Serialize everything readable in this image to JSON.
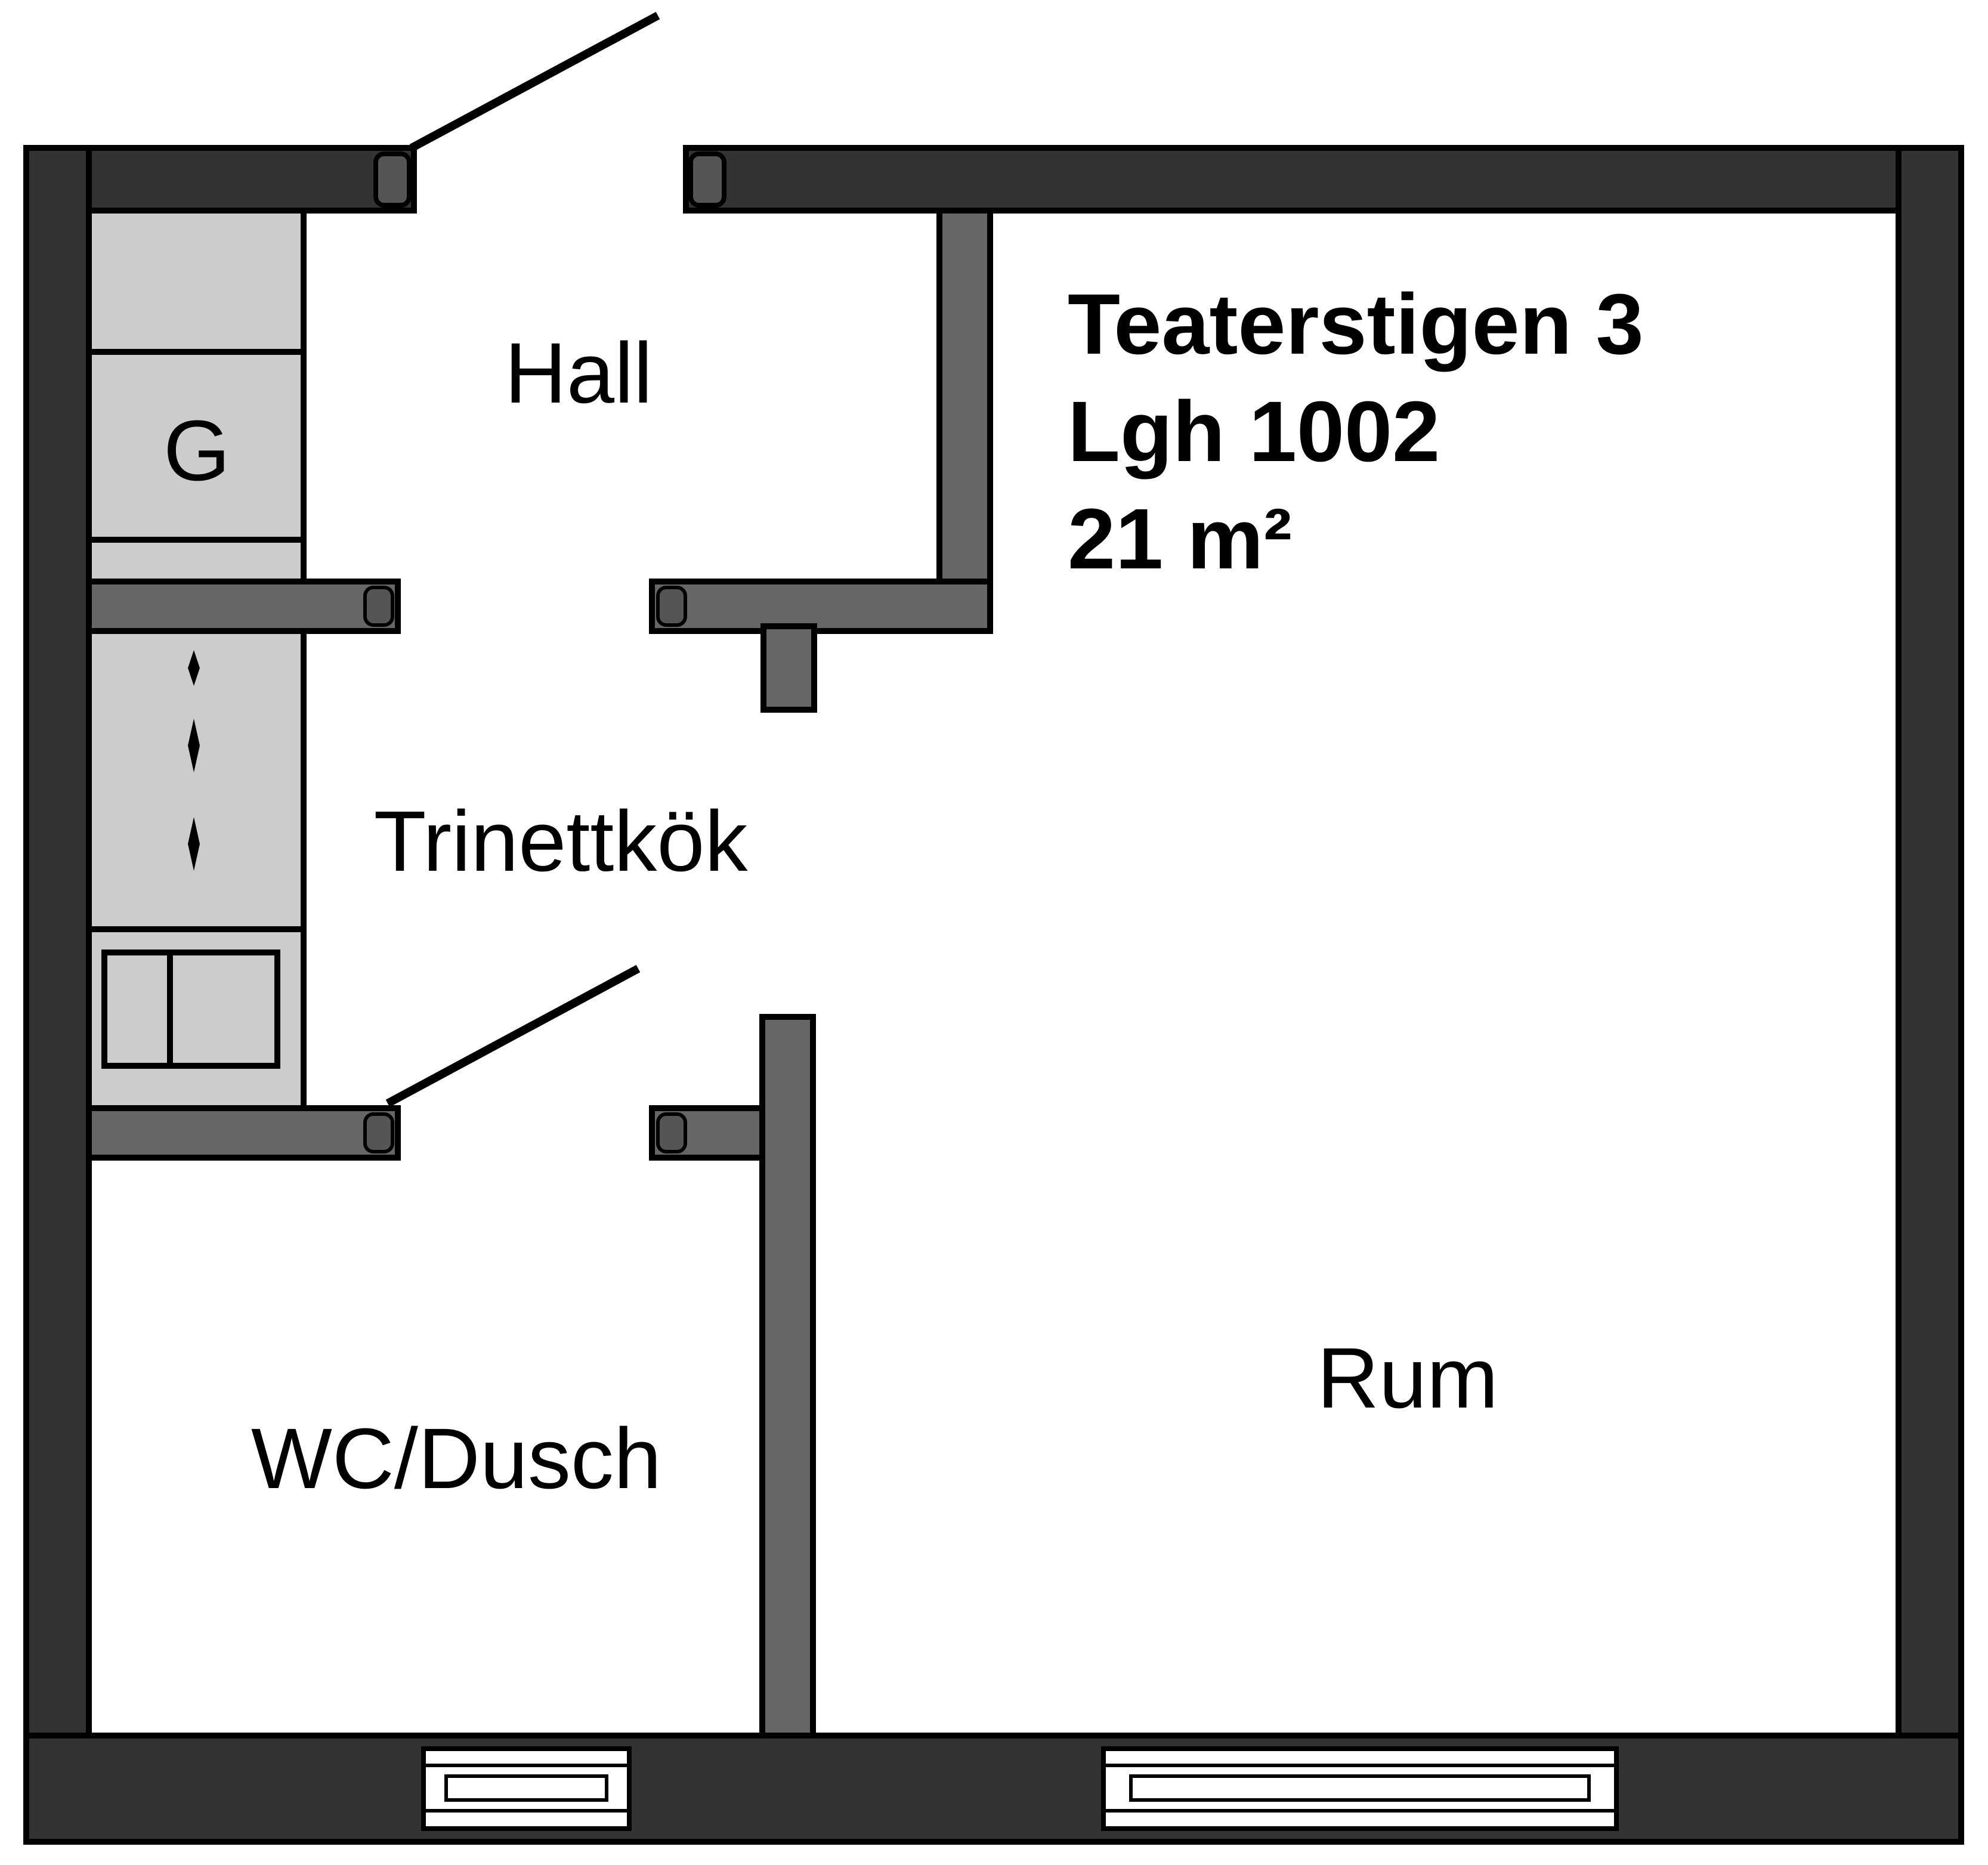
{
  "floorplan": {
    "address": "Teaterstigen 3",
    "apartment": "Lgh 1002",
    "area": "21 m²",
    "rooms": {
      "hall": "Hall",
      "kitchen": "Trinettkök",
      "bathroom": "WC/Dusch",
      "main_room": "Rum",
      "wardrobe": "G"
    }
  },
  "colors": {
    "outer_wall": "#333333",
    "inner_wall": "#666666",
    "fixture": "#cccccc",
    "outline": "#000000",
    "background": "#ffffff"
  }
}
